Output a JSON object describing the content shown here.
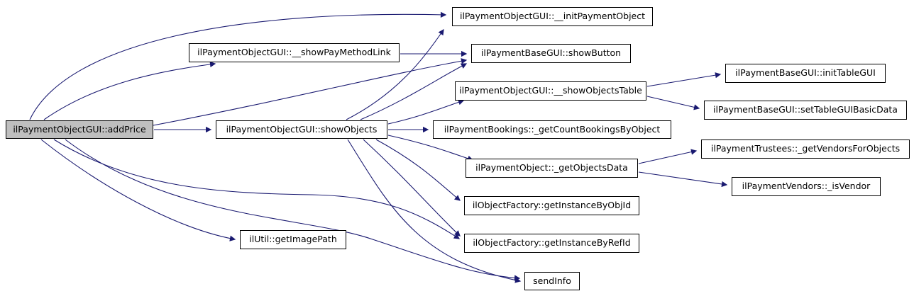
{
  "diagram": {
    "type": "call-graph",
    "root_function": "ilPaymentObjectGUI::addPrice",
    "colors": {
      "edge": "#191970",
      "node_fill": "#ffffff",
      "node_border": "#000000",
      "root_node_fill": "#bfbfbf",
      "background": "#ffffff"
    },
    "nodes": [
      {
        "id": "addPrice",
        "label": "ilPaymentObjectGUI::addPrice",
        "is_root": true
      },
      {
        "id": "showPayMethodLink",
        "label": "ilPaymentObjectGUI::__showPayMethodLink"
      },
      {
        "id": "showObjects",
        "label": "ilPaymentObjectGUI::showObjects"
      },
      {
        "id": "getImagePath",
        "label": "ilUtil::getImagePath"
      },
      {
        "id": "initPaymentObject",
        "label": "ilPaymentObjectGUI::__initPaymentObject"
      },
      {
        "id": "showButton",
        "label": "ilPaymentBaseGUI::showButton"
      },
      {
        "id": "showObjectsTable",
        "label": "ilPaymentObjectGUI::__showObjectsTable"
      },
      {
        "id": "getCountBookingsByObject",
        "label": "ilPaymentBookings::_getCountBookingsByObject"
      },
      {
        "id": "getObjectsData",
        "label": "ilPaymentObject::_getObjectsData"
      },
      {
        "id": "getInstanceByObjId",
        "label": "ilObjectFactory::getInstanceByObjId"
      },
      {
        "id": "getInstanceByRefId",
        "label": "ilObjectFactory::getInstanceByRefId"
      },
      {
        "id": "sendInfo",
        "label": "sendInfo"
      },
      {
        "id": "initTableGUI",
        "label": "ilPaymentBaseGUI::initTableGUI"
      },
      {
        "id": "setTableGUIBasicData",
        "label": "ilPaymentBaseGUI::setTableGUIBasicData"
      },
      {
        "id": "getVendorsForObjects",
        "label": "ilPaymentTrustees::_getVendorsForObjects"
      },
      {
        "id": "isVendor",
        "label": "ilPaymentVendors::_isVendor"
      }
    ],
    "edges": [
      {
        "from": "addPrice",
        "to": "initPaymentObject"
      },
      {
        "from": "addPrice",
        "to": "showPayMethodLink"
      },
      {
        "from": "addPrice",
        "to": "showButton"
      },
      {
        "from": "addPrice",
        "to": "showObjects"
      },
      {
        "from": "addPrice",
        "to": "getImagePath"
      },
      {
        "from": "addPrice",
        "to": "getInstanceByRefId"
      },
      {
        "from": "addPrice",
        "to": "sendInfo"
      },
      {
        "from": "showPayMethodLink",
        "to": "showButton"
      },
      {
        "from": "showObjects",
        "to": "initPaymentObject"
      },
      {
        "from": "showObjects",
        "to": "showButton"
      },
      {
        "from": "showObjects",
        "to": "showObjectsTable"
      },
      {
        "from": "showObjects",
        "to": "getCountBookingsByObject"
      },
      {
        "from": "showObjects",
        "to": "getObjectsData"
      },
      {
        "from": "showObjects",
        "to": "getInstanceByObjId"
      },
      {
        "from": "showObjects",
        "to": "getInstanceByRefId"
      },
      {
        "from": "showObjects",
        "to": "sendInfo"
      },
      {
        "from": "showObjectsTable",
        "to": "initTableGUI"
      },
      {
        "from": "showObjectsTable",
        "to": "setTableGUIBasicData"
      },
      {
        "from": "getObjectsData",
        "to": "getVendorsForObjects"
      },
      {
        "from": "getObjectsData",
        "to": "isVendor"
      }
    ]
  }
}
